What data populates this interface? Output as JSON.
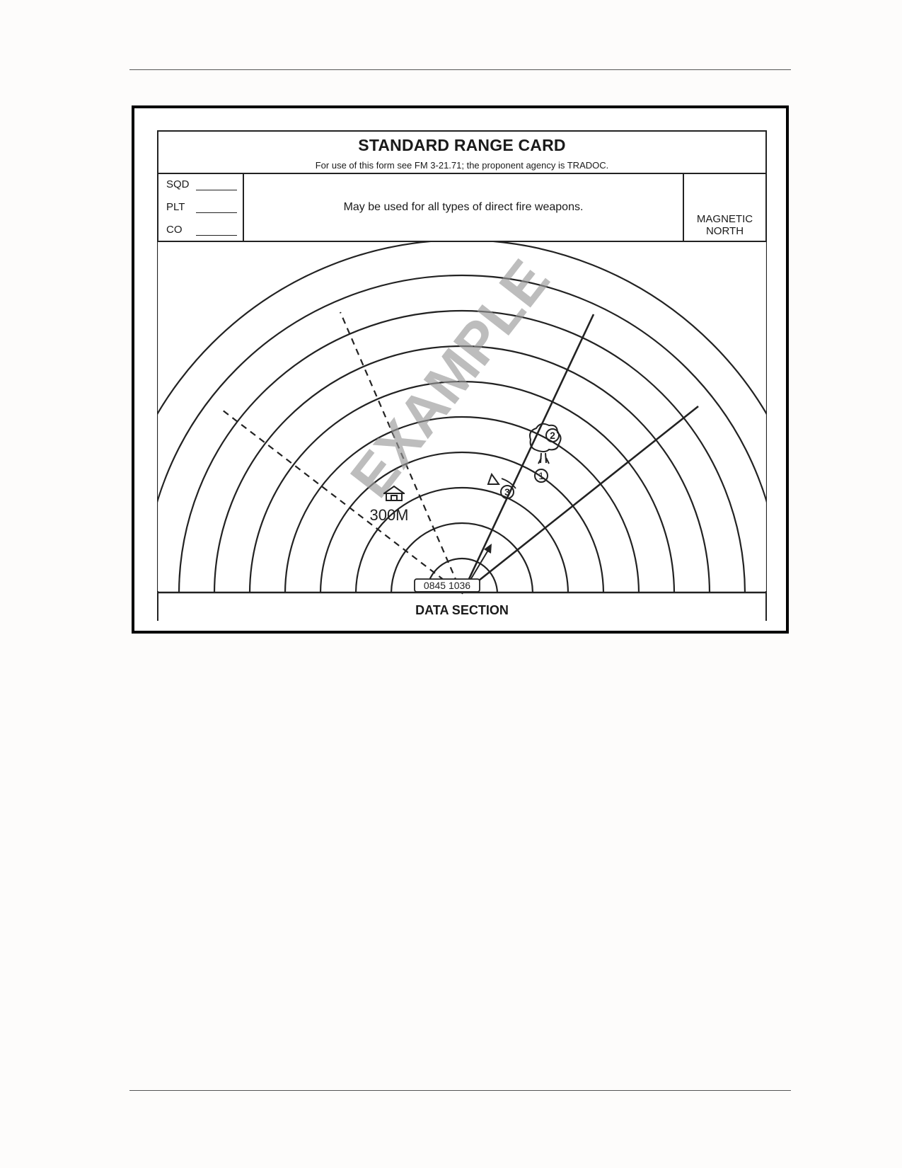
{
  "form": {
    "title": "STANDARD RANGE CARD",
    "subtitle": "For use of this form see FM 3-21.71; the proponent agency is TRADOC.",
    "unit_fields": [
      "SQD",
      "PLT",
      "CO"
    ],
    "note": "May be used for all types of direct fire weapons.",
    "magnetic_north": [
      "MAGNETIC",
      "NORTH"
    ]
  },
  "sketch": {
    "watermark": "EXAMPLE",
    "range_label": "300M",
    "grid_coordinate": "0845 1036",
    "target_markers": [
      "1",
      "2",
      "3"
    ]
  },
  "data_section_label": "DATA SECTION"
}
